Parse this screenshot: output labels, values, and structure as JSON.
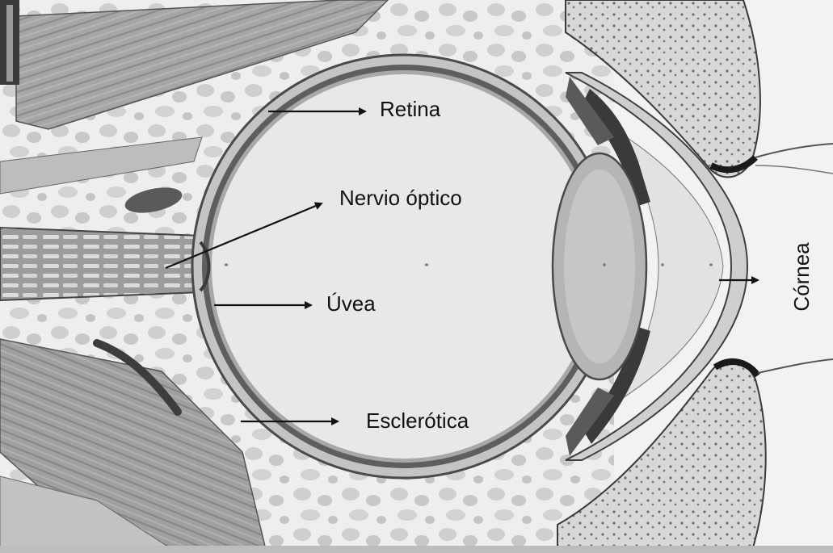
{
  "labels": {
    "retina": "Retina",
    "nervio_optico": "Nervio óptico",
    "uvea": "Úvea",
    "esclerotica": "Esclerótica",
    "cornea": "Córnea"
  },
  "colors": {
    "background": "#ffffff",
    "globe_fill": "#e6e6e6",
    "sclera": "#bdbdbd",
    "uvea": "#6b6b6b",
    "muscle": "#9a9a9a",
    "fat": "#d4d4d4",
    "lens": "#b8b8b8",
    "ink": "#111111"
  }
}
